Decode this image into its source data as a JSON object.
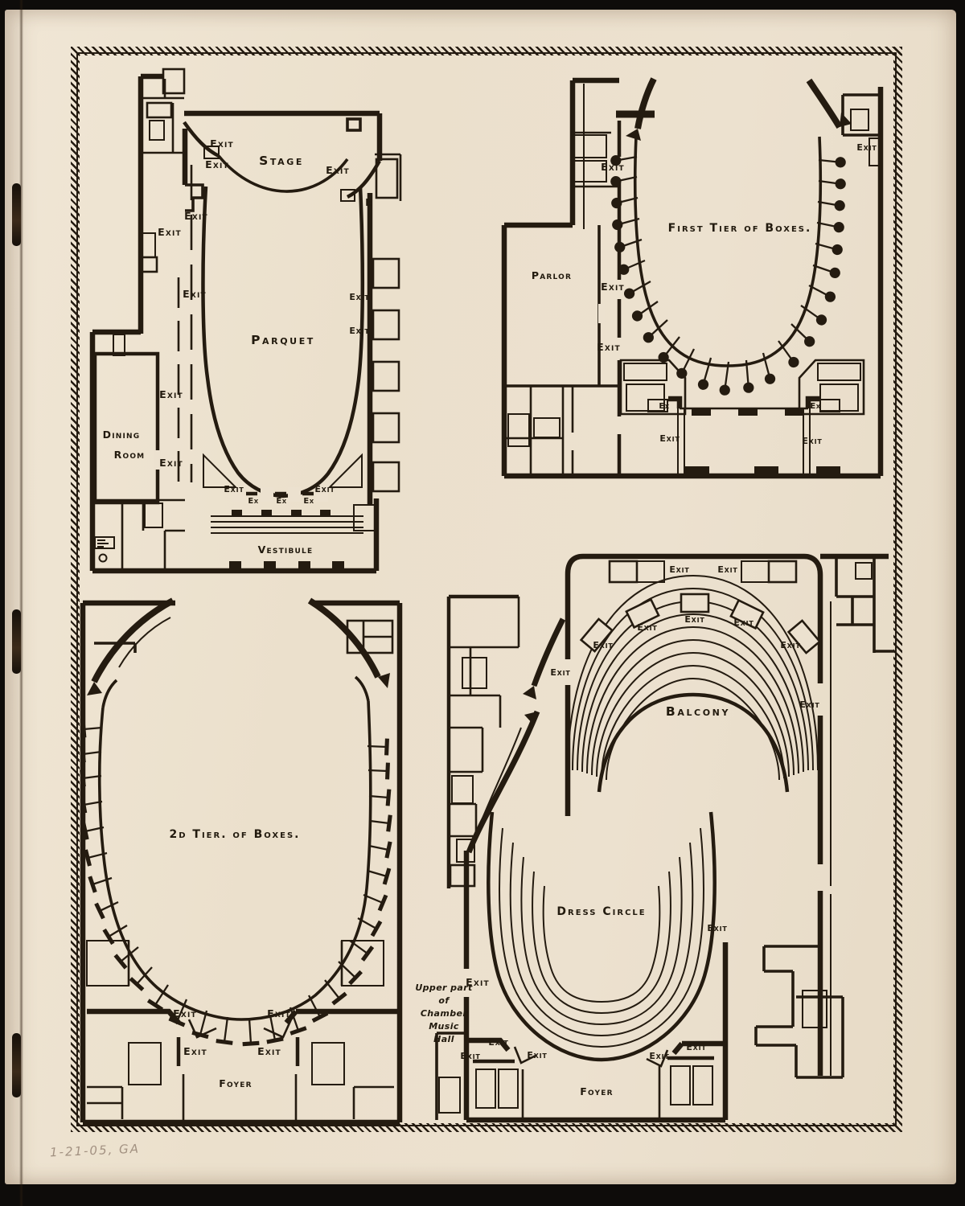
{
  "page": {
    "annotation": "1-21-05, GA"
  },
  "labels": {
    "exit": "Exit",
    "ex": "Ex",
    "e": "E"
  },
  "plans": {
    "parquet": {
      "stage": "Stage",
      "name": "Parquet",
      "dining_lines": [
        "Dining",
        "Room"
      ],
      "vestibule": "Vestibule"
    },
    "first_tier": {
      "name": "First Tier of Boxes.",
      "parlor": "Parlor"
    },
    "second_tier": {
      "name": "2d Tier. of Boxes.",
      "foyer": "Foyer"
    },
    "balcony_floor": {
      "balcony": "Balcony",
      "dress_circle": "Dress Circle",
      "foyer": "Foyer",
      "chamber_lines": [
        "Upper part",
        "of",
        "Chamber",
        "Music",
        "Hall"
      ]
    }
  }
}
